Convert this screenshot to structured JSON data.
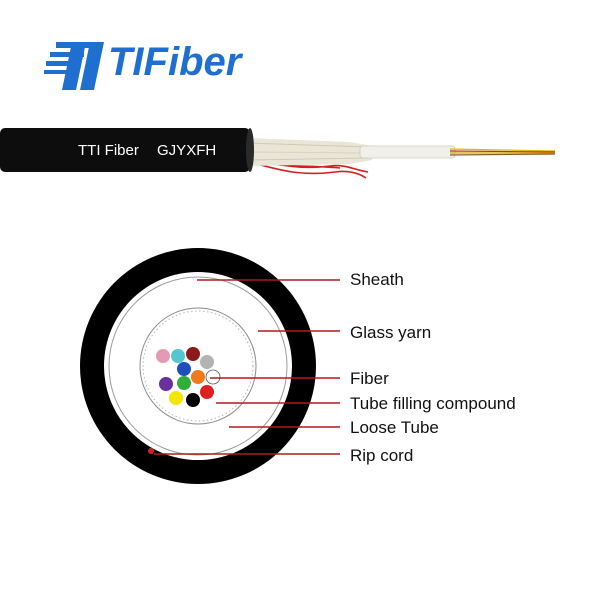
{
  "brand": {
    "name": "TTIFiber",
    "logo_letters": "TI",
    "logo_word": "Fiber",
    "color": "#1f6fd0"
  },
  "cable": {
    "print_brand": "TTI Fiber",
    "print_model": "GJYXFH",
    "jacket_color": "#0d0d0d",
    "yarn_color": "#e9e6d8",
    "rip_cord_color": "#d62020"
  },
  "cross_section": {
    "sheath_color": "#000000",
    "leader_color": "#b01c1c",
    "fibers": [
      {
        "color": "#e39bb4"
      },
      {
        "color": "#52c7cf"
      },
      {
        "color": "#8b1a1a"
      },
      {
        "color": "#b3b3b3"
      },
      {
        "color": "#1f4fbf"
      },
      {
        "color": "#f07a1e"
      },
      {
        "color": "#6b2fa0"
      },
      {
        "color": "#2fae3a"
      },
      {
        "color": "#ffffff"
      },
      {
        "color": "#f3e600"
      },
      {
        "color": "#000000"
      },
      {
        "color": "#e02020"
      }
    ]
  },
  "labels": [
    {
      "id": "sheath",
      "text": "Sheath"
    },
    {
      "id": "glass-yarn",
      "text": "Glass yarn"
    },
    {
      "id": "fiber",
      "text": "Fiber"
    },
    {
      "id": "tube-filling-compound",
      "text": "Tube filling compound"
    },
    {
      "id": "loose-tube",
      "text": "Loose Tube"
    },
    {
      "id": "rip-cord",
      "text": "Rip cord"
    }
  ]
}
